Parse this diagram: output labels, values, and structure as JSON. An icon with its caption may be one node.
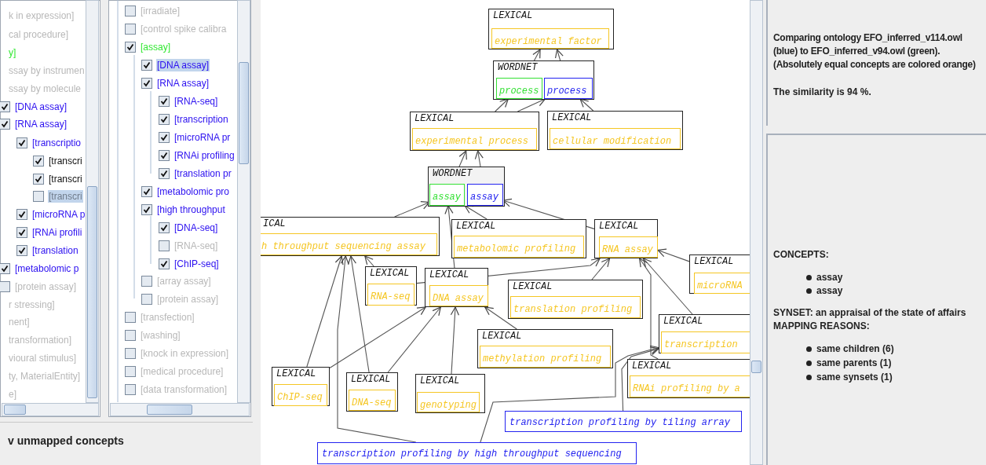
{
  "diagram": {
    "nodes": [
      {
        "text": [
          "LEXICAL"
        ]
      },
      {
        "text": [
          "experimental factor"
        ],
        "in": 0
      },
      {
        "text": [
          "WORDNET"
        ]
      },
      {
        "text": [
          "process"
        ],
        "in": 2
      },
      {
        "text": [
          "process"
        ],
        "in": 2
      },
      {
        "text": [
          "LEXICAL"
        ]
      },
      {
        "text": [
          "experimental process"
        ],
        "in": 5
      },
      {
        "text": [
          "LEXICAL"
        ]
      },
      {
        "text": [
          "cellular modification"
        ],
        "in": 7
      },
      {
        "text": [
          "WORDNET"
        ]
      },
      {
        "text": [
          "assay"
        ],
        "in": 9
      },
      {
        "text": [
          "assay"
        ],
        "in": 9
      },
      {
        "text": [
          "ICAL"
        ]
      },
      {
        "text": [
          "h throughput sequencing assay"
        ],
        "in": 12
      },
      {
        "text": [
          "LEXICAL"
        ]
      },
      {
        "text": [
          "metabolomic profiling"
        ],
        "in": 14
      },
      {
        "text": [
          "LEXICAL"
        ]
      },
      {
        "text": [
          "RNA assay"
        ],
        "in": 16
      },
      {
        "text": [
          "LEXICAL"
        ]
      },
      {
        "text": [
          "microRNA"
        ],
        "in": 18
      },
      {
        "text": [
          "LEXICAL"
        ]
      },
      {
        "text": [
          "RNA-seq"
        ],
        "in": 20
      },
      {
        "text": [
          "LEXICAL"
        ]
      },
      {
        "text": [
          "DNA assay"
        ],
        "in": 22
      },
      {
        "text": [
          "LEXICAL"
        ]
      },
      {
        "text": [
          "translation profiling"
        ],
        "in": 24
      },
      {
        "text": [
          "LEXICAL"
        ]
      },
      {
        "text": [
          "transcription"
        ],
        "in": 26
      },
      {
        "text": [
          "LEXICAL"
        ]
      },
      {
        "text": [
          "methylation profiling"
        ],
        "in": 28
      },
      {
        "text": [
          "LEXICAL"
        ]
      },
      {
        "text": [
          "RNAi profiling by a"
        ],
        "in": 30
      },
      {
        "text": [
          "LEXICAL"
        ]
      },
      {
        "text": [
          "ChIP-seq"
        ],
        "in": 32
      },
      {
        "text": [
          "LEXICAL"
        ]
      },
      {
        "text": [
          "DNA-seq"
        ],
        "in": 34
      },
      {
        "text": [
          "LEXICAL"
        ]
      },
      {
        "text": [
          "genotyping"
        ],
        "in": 36
      },
      {
        "text": [
          "transcription profiling by tiling array"
        ]
      },
      {
        "text": [
          "transcription profiling by high throughput sequencing"
        ]
      }
    ],
    "edges": [
      {
        "from": 3,
        "to": 0,
        "arrow": "to"
      },
      {
        "from": 4,
        "to": 0,
        "arrow": "to"
      },
      {
        "from": 5,
        "to": 3,
        "arrow": "to"
      },
      {
        "from": 5,
        "to": 4,
        "arrow": "to"
      },
      {
        "from": 7,
        "to": 4,
        "arrow": "to"
      },
      {
        "from": 10,
        "to": 5,
        "arrow": "to"
      },
      {
        "from": 11,
        "to": 5,
        "arrow": "to"
      },
      {
        "from": 12,
        "to": 10,
        "arrow": "to"
      },
      {
        "from": 14,
        "to": 10,
        "arrow": "to"
      },
      {
        "from": 16,
        "to": 11,
        "arrow": "to"
      },
      {
        "from": 22,
        "to": 10,
        "arrow": "to"
      },
      {
        "from": 18,
        "to": 16,
        "arrow": "to"
      },
      {
        "from": 20,
        "to": 12,
        "arrow": "to"
      },
      {
        "from": 20,
        "to": 16,
        "arrow": "to"
      },
      {
        "from": 32,
        "to": 12,
        "arrow": "to"
      },
      {
        "from": 34,
        "to": 12,
        "arrow": "to"
      },
      {
        "from": 32,
        "to": 22,
        "arrow": "to"
      },
      {
        "from": 34,
        "to": 22,
        "arrow": "to"
      },
      {
        "from": 36,
        "to": 22,
        "arrow": "to"
      },
      {
        "from": 39,
        "to": 12,
        "arrow": "to"
      },
      {
        "from": 28,
        "to": 22,
        "arrow": "to"
      },
      {
        "from": 24,
        "to": 16,
        "arrow": "to"
      },
      {
        "from": 26,
        "to": 16,
        "arrow": "to"
      },
      {
        "from": 30,
        "to": 16,
        "arrow": "to"
      },
      {
        "from": 38,
        "to": 26,
        "arrow": "to"
      },
      {
        "from": 39,
        "to": 26,
        "arrow": "to"
      }
    ],
    "labels": [
      "k in expression]",
      "cal procedure]",
      "y]",
      "ssay by instrumen",
      "ssay by molecule",
      "[DNA assay]",
      "[RNA assay]",
      "[transcriptio",
      "[transcri",
      "[transcri",
      "[transcri",
      "[microRNA p",
      "[RNAi profili",
      "[translation",
      "[metabolomic p",
      "[protein assay]",
      "r stressing]",
      "nent]",
      "transformation]",
      "vioural stimulus]",
      "ty, MaterialEntity]",
      "e]",
      "[irradiate]",
      "[control spike calibra",
      "[assay]",
      "[DNA assay]",
      "[RNA assay]",
      "[RNA-seq]",
      "[transcription",
      "[microRNA pr",
      "[RNAi profiling",
      "[translation pr",
      "[metabolomic pro",
      "[high throughput",
      "[DNA-seq]",
      "[RNA-seq]",
      "[ChIP-seq]",
      "[array assay]",
      "[protein assay]",
      "[transfection]",
      "[washing]",
      "[knock in expression]",
      "[medical procedure]",
      "[data transformation]",
      "v unmapped concepts",
      "Comparing ontology EFO_inferred_v114.owl (blue) to EFO_inferred_v94.owl (green). (Absolutely equal concepts are colored orange)",
      "The similarity is 94 %.",
      "CONCEPTS:",
      "assay",
      "assay",
      "SYNSET: an appraisal of the state of affairs",
      "MAPPING REASONS:",
      "same children (6)",
      "same parents (1)",
      "same synsets (1)"
    ]
  }
}
